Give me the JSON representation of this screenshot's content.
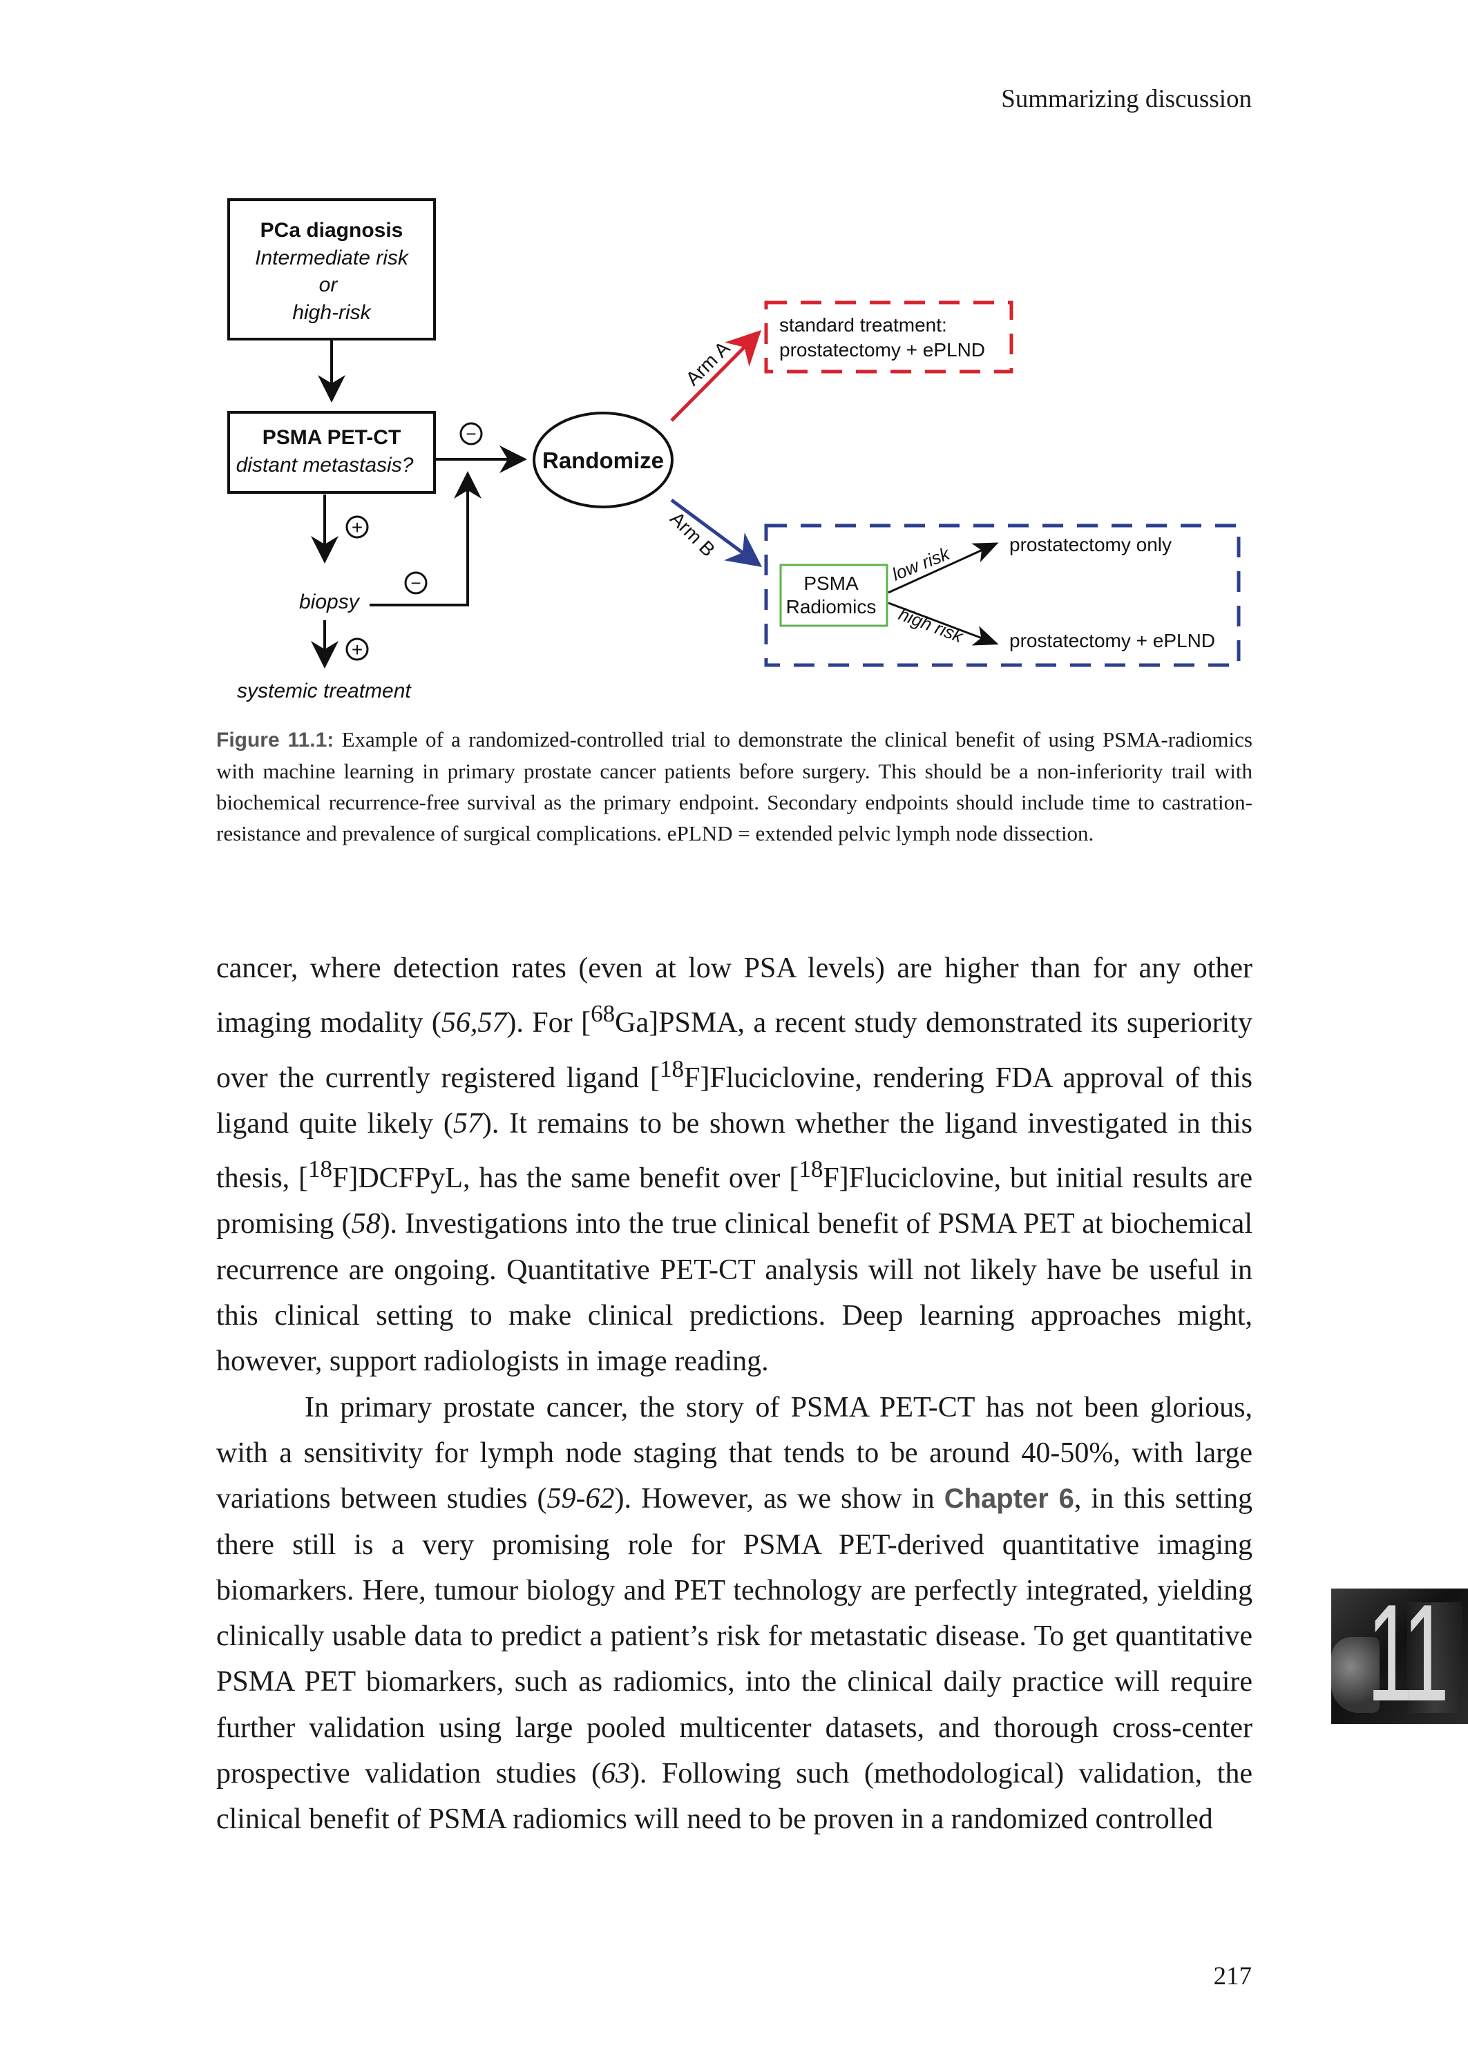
{
  "running_head": "Summarizing discussion",
  "page_number": "217",
  "chapter_tab": "11",
  "figure": {
    "diagnosis_box": {
      "title": "PCa diagnosis",
      "lines": [
        "Intermediate risk",
        "or",
        "high-risk"
      ]
    },
    "psma_box": {
      "title": "PSMA PET-CT",
      "subtitle": "distant metastasis?"
    },
    "randomize": "Randomize",
    "biopsy": "biopsy",
    "systemic_treatment": "systemic treatment",
    "minus_sign": "−",
    "plus_sign": "+",
    "arm_a": {
      "label": "Arm A",
      "lines": [
        "standard treatment:",
        "prostatectomy + ePLND"
      ],
      "color": "#d6232f"
    },
    "arm_b": {
      "label": "Arm B",
      "color": "#2e3f8f"
    },
    "radiomics_box": {
      "lines": [
        "PSMA",
        "Radiomics"
      ],
      "color": "#5fb24e"
    },
    "low_risk": "low risk",
    "high_risk": "high risk",
    "outcome_low": "prostatectomy only",
    "outcome_high": "prostatectomy + ePLND"
  },
  "caption": {
    "label": "Figure 11.1:",
    "text": " Example of a randomized-controlled trial to demonstrate the clinical benefit of using PSMA-radiomics with machine learning in primary prostate cancer patients before surgery. This should be a non-inferiority trail with biochemical recurrence-free survival as the primary endpoint. Secondary endpoints should include time to castration-resistance and prevalence of surgical complications. ePLND = extended pelvic lymph node dissection."
  },
  "body": {
    "p1": {
      "t1": "cancer, where detection rates (even at low PSA levels) are higher than for any other imaging modality (",
      "c1": "56,57",
      "t2": "). For [",
      "sup1": "68",
      "t3": "Ga]PSMA, a recent study demonstrated its superiority over the currently registered ligand [",
      "sup2": "18",
      "t4": "F]Fluciclovine, rendering FDA approval of this ligand quite likely (",
      "c2": "57",
      "t5": "). It remains to be shown whether the ligand investigated in this thesis, [",
      "sup3": "18",
      "t6": "F]DCFPyL, has the same benefit over [",
      "sup4": "18",
      "t7": "F]Fluciclovine, but initial results are promising (",
      "c3": "58",
      "t8": "). Investigations into the true clinical benefit of PSMA PET at biochemical recurrence are ongoing. Quantitative PET-CT analysis will not likely have be useful in this clinical setting to make clinical predictions. Deep learning approaches might, however, support radiologists in image reading."
    },
    "p2": {
      "t1": "In primary prostate cancer, the story of PSMA PET-CT has not been glorious, with a sensitivity for lymph node staging that tends to be around 40-50%, with large variations between studies (",
      "c1": "59-62",
      "t2": "). However, as we show in ",
      "chapter": "Chapter 6",
      "t3": ", in this setting there still is a very promising role for PSMA PET-derived quantitative imaging biomarkers. Here, tumour biology and PET technology are perfectly integrated, yielding clinically usable data to predict a patient’s risk for metastatic disease. To get quantitative PSMA PET biomarkers, such as radiomics, into the clinical daily practice will require further validation using large pooled multicenter datasets, and thorough cross-center prospective validation studies (",
      "c2": "63",
      "t4": "). Following such (methodological) validation, the clinical benefit of PSMA radiomics will need to be proven in a randomized controlled"
    }
  }
}
